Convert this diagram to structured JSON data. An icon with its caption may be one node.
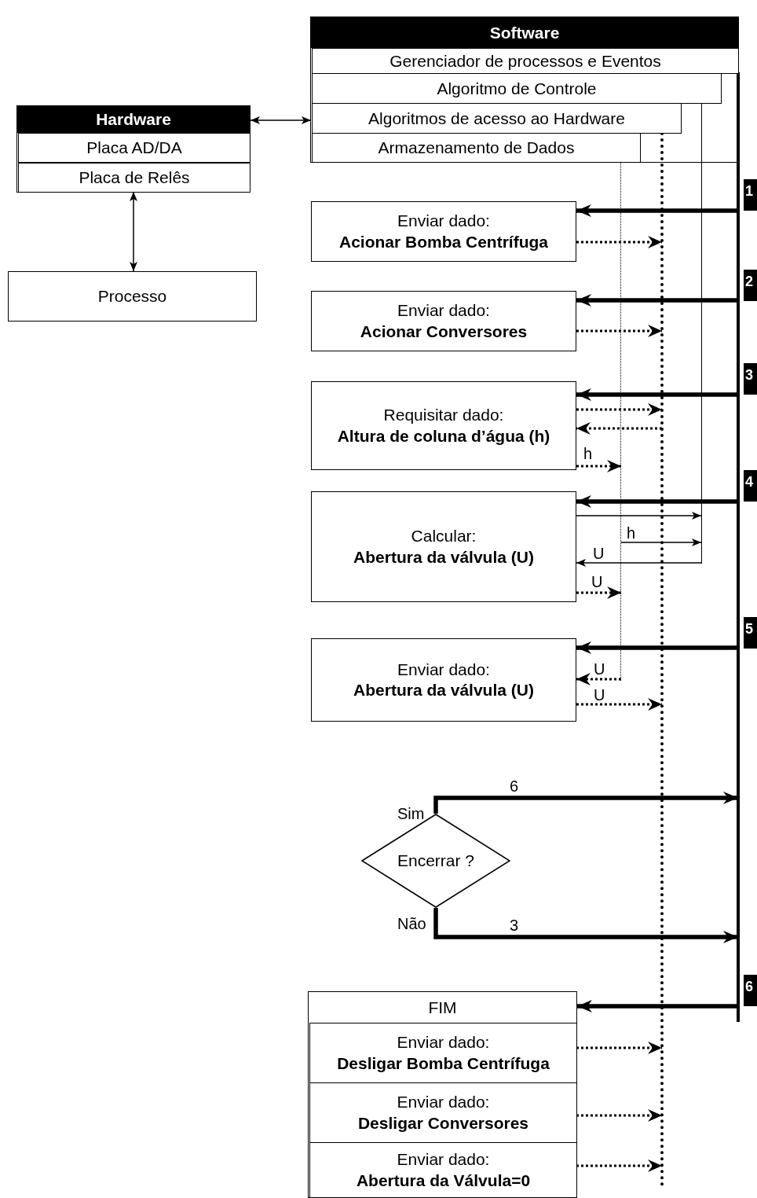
{
  "diagram": {
    "nodes": [
      {
        "text": [
          "Hardware"
        ]
      },
      {
        "text": [
          "Placa AD/DA"
        ],
        "in": 0
      },
      {
        "text": [
          "Placa de Relês"
        ],
        "in": 0
      },
      {
        "text": [
          "Processo"
        ]
      },
      {
        "text": [
          "Software"
        ]
      },
      {
        "text": [
          "Gerenciador de processos e Eventos"
        ],
        "in": 4
      },
      {
        "text": [
          "Algoritmo de Controle"
        ],
        "in": 4
      },
      {
        "text": [
          "Algoritmos de acesso ao Hardware"
        ],
        "in": 4
      },
      {
        "text": [
          "Armazenamento de Dados"
        ],
        "in": 4
      },
      {
        "text": [],
        "shape": "bar"
      },
      {
        "text": [],
        "shape": "bar"
      },
      {
        "text": [],
        "shape": "bar"
      },
      {
        "text": [],
        "shape": "bar",
        "beside": [
          "1",
          "2",
          "3",
          "4",
          "5",
          "6"
        ]
      },
      {
        "text": [
          "Enviar dado:",
          "Acionar Bomba Centrífuga"
        ]
      },
      {
        "text": [
          "Enviar dado:",
          "Acionar Conversores"
        ]
      },
      {
        "text": [
          "Requisitar dado:",
          "Altura de coluna d’água (h)"
        ]
      },
      {
        "text": [
          "Calcular:",
          "Abertura da válvula (U)"
        ]
      },
      {
        "text": [
          "Enviar dado:",
          "Abertura da válvula (U)"
        ]
      },
      {
        "text": [
          "Encerrar ?"
        ]
      },
      {
        "text": [
          "FIM"
        ]
      },
      {
        "text": [
          "Enviar dado:",
          "Desligar Bomba Centrífuga"
        ],
        "in": 19
      },
      {
        "text": [
          "Enviar dado:",
          "Desligar Conversores"
        ],
        "in": 19
      },
      {
        "text": [
          "Enviar dado:",
          "Abertura da Válvula=0"
        ],
        "in": 19
      }
    ],
    "edges": [
      {
        "from": 0,
        "to": 7,
        "arrow": "both"
      },
      {
        "from": 2,
        "to": 3,
        "arrow": "both"
      },
      {
        "from": 12,
        "to": 13,
        "arrow": "to",
        "style": "thick"
      },
      {
        "from": 13,
        "to": 10,
        "arrow": "to",
        "style": "dashed"
      },
      {
        "from": 12,
        "to": 14,
        "arrow": "to",
        "style": "thick"
      },
      {
        "from": 14,
        "to": 10,
        "arrow": "to",
        "style": "dashed"
      },
      {
        "from": 12,
        "to": 15,
        "arrow": "to",
        "style": "thick"
      },
      {
        "from": 15,
        "to": 10,
        "arrow": "to",
        "style": "dashed"
      },
      {
        "from": 10,
        "to": 15,
        "arrow": "to",
        "style": "dashed"
      },
      {
        "from": 15,
        "to": 9,
        "arrow": "to",
        "style": "dashed",
        "label": "h"
      },
      {
        "from": 12,
        "to": 16,
        "arrow": "to",
        "style": "thick"
      },
      {
        "from": 16,
        "to": 11,
        "arrow": "to"
      },
      {
        "from": 9,
        "to": 11,
        "arrow": "to",
        "label": "h"
      },
      {
        "from": 11,
        "to": 16,
        "arrow": "to",
        "label": "U"
      },
      {
        "from": 16,
        "to": 9,
        "arrow": "to",
        "style": "dashed",
        "label": "U"
      },
      {
        "from": 12,
        "to": 17,
        "arrow": "to",
        "style": "thick"
      },
      {
        "from": 9,
        "to": 17,
        "arrow": "to",
        "style": "dashed",
        "label": "U"
      },
      {
        "from": 17,
        "to": 10,
        "arrow": "to",
        "style": "dashed",
        "label": "U"
      },
      {
        "from": 18,
        "to": 12,
        "arrow": "to",
        "style": "thick",
        "label": "6"
      },
      {
        "from": 18,
        "to": 12,
        "arrow": "to",
        "style": "thick",
        "label": "3"
      },
      {
        "from": 12,
        "to": 19,
        "arrow": "to",
        "style": "thick"
      },
      {
        "from": 20,
        "to": 10,
        "arrow": "to",
        "style": "dashed"
      },
      {
        "from": 21,
        "to": 10,
        "arrow": "to",
        "style": "dashed"
      },
      {
        "from": 22,
        "to": 10,
        "arrow": "to",
        "style": "dashed"
      }
    ],
    "labels": [
      "Sim",
      "Não"
    ]
  }
}
